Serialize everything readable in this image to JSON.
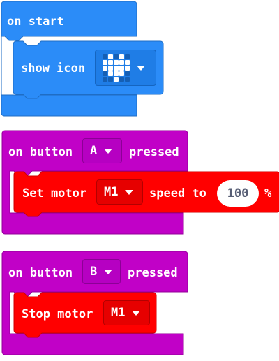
{
  "colors": {
    "basic": "#2b8cf8",
    "input": "#c101c7",
    "motor": "#ff0000"
  },
  "on_start": {
    "label": "on start",
    "show_icon": {
      "label": "show icon",
      "icon": "heart-icon",
      "icon_pattern": [
        [
          0,
          1,
          0,
          1,
          0
        ],
        [
          1,
          1,
          1,
          1,
          1
        ],
        [
          1,
          1,
          1,
          1,
          1
        ],
        [
          0,
          1,
          1,
          1,
          0
        ],
        [
          0,
          0,
          1,
          0,
          0
        ]
      ]
    }
  },
  "button_a": {
    "prefix": "on button",
    "button": "A",
    "suffix": "pressed",
    "set_motor": {
      "label": "Set motor",
      "motor": "M1",
      "speed_label": "speed to",
      "speed_value": "100",
      "unit": "%"
    }
  },
  "button_b": {
    "prefix": "on button",
    "button": "B",
    "suffix": "pressed",
    "stop_motor": {
      "label": "Stop motor",
      "motor": "M1"
    }
  }
}
